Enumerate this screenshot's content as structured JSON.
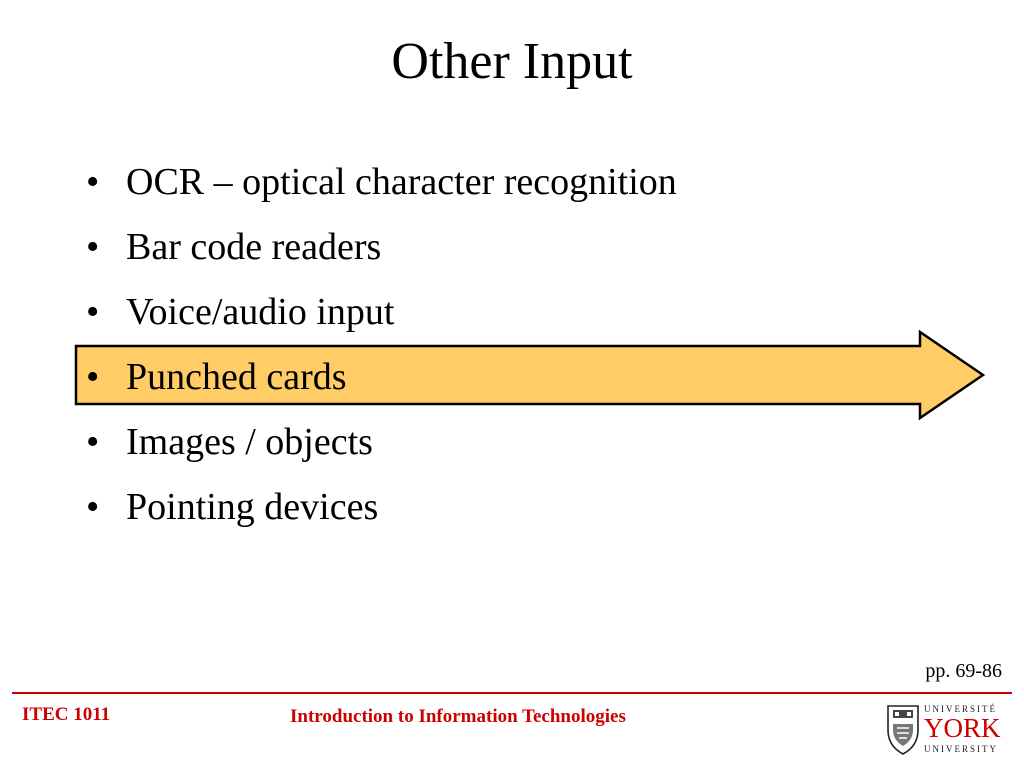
{
  "slide": {
    "title": "Other Input",
    "bullet_glyph": "•",
    "bullets": [
      "OCR – optical character recognition",
      "Bar code readers",
      "Voice/audio input",
      "Punched cards",
      "Images / objects",
      "Pointing devices"
    ],
    "highlight_index": 3,
    "pages": "pp. 69-86"
  },
  "footer": {
    "course_code": "ITEC 1011",
    "course_name": "Introduction to Information Technologies",
    "logo": {
      "line1": "UNIVERSITÉ",
      "line2": "YORK",
      "line3": "UNIVERSITY"
    }
  },
  "colors": {
    "highlight_fill": "#ffcc66",
    "accent": "#cc0000"
  }
}
